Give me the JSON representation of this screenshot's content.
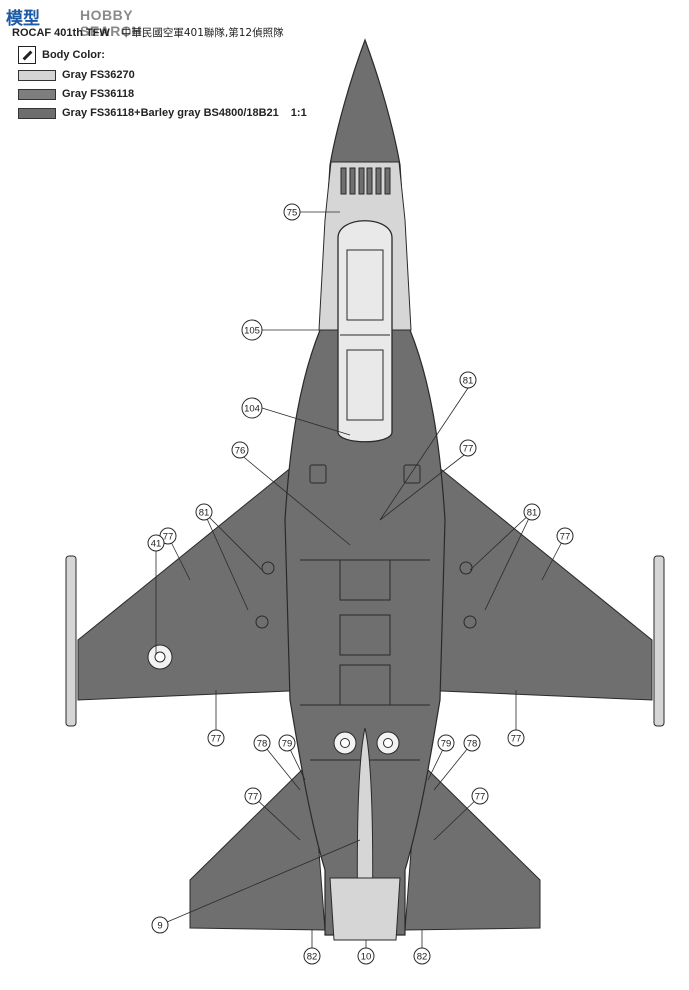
{
  "header": {
    "logo_cn": "模型",
    "logo_en": "HOBBY SEARCH",
    "title_prefix": "ROCAF",
    "title_unit": "401th TFW",
    "title_cn": "中華民國空軍401聯隊,第12偵照隊"
  },
  "legend": {
    "heading": "Body Color:",
    "items": [
      {
        "label": "Gray FS36270",
        "color": "#d4d4d4"
      },
      {
        "label": "Gray FS36118",
        "color": "#7e7e7e"
      },
      {
        "label": "Gray FS36118+Barley gray BS4800/18B21",
        "color": "#6e6e6e"
      }
    ],
    "scale": "1:1"
  },
  "colors": {
    "light": "#d6d6d6",
    "dark": "#6f6f6f",
    "line": "#2a2a2a",
    "canopy_interior": "#e9e9e9"
  },
  "callouts": [
    "75",
    "105",
    "104",
    "81",
    "77",
    "76",
    "81",
    "77",
    "41",
    "81",
    "77",
    "77",
    "77",
    "78",
    "79",
    "79",
    "78",
    "77",
    "77",
    "9",
    "82",
    "10",
    "82"
  ]
}
